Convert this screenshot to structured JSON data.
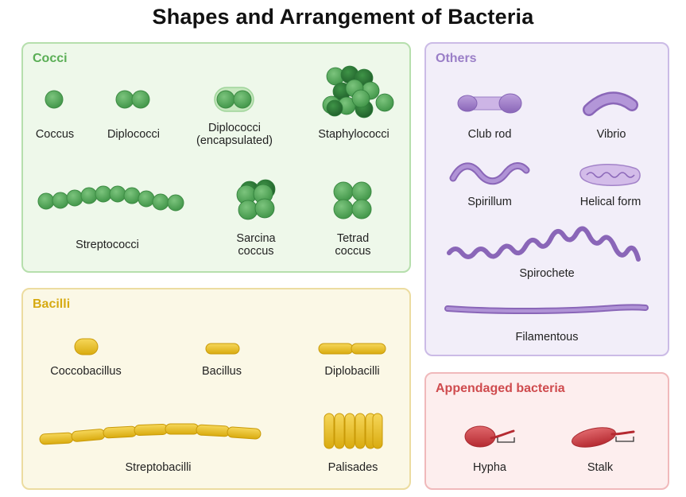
{
  "title": "Shapes and Arrangement of Bacteria",
  "cocci": {
    "title": "Cocci",
    "labels": {
      "coccus": "Coccus",
      "diplococci": "Diplococci",
      "diplococci_encapsulated": "Diplococci\n(encapsulated)",
      "staphylococci": "Staphylococci",
      "streptococci": "Streptococci",
      "sarcina": "Sarcina\ncoccus",
      "tetrad": "Tetrad\ncoccus"
    }
  },
  "bacilli": {
    "title": "Bacilli",
    "labels": {
      "coccobacillus": "Coccobacillus",
      "bacillus": "Bacillus",
      "diplobacilli": "Diplobacilli",
      "streptobacilli": "Streptobacilli",
      "palisades": "Palisades"
    }
  },
  "others": {
    "title": "Others",
    "labels": {
      "club_rod": "Club rod",
      "vibrio": "Vibrio",
      "spirillum": "Spirillum",
      "helical_form": "Helical form",
      "spirochete": "Spirochete",
      "filamentous": "Filamentous"
    }
  },
  "appendaged": {
    "title": "Appendaged bacteria",
    "labels": {
      "hypha": "Hypha",
      "stalk": "Stalk"
    }
  },
  "colors": {
    "cocci_fill": "#5cae5f",
    "cocci_dark": "#2f7d3a",
    "bacilli_fill": "#e8c22e",
    "others_fill": "#a383c9",
    "append_fill": "#c9383f"
  }
}
